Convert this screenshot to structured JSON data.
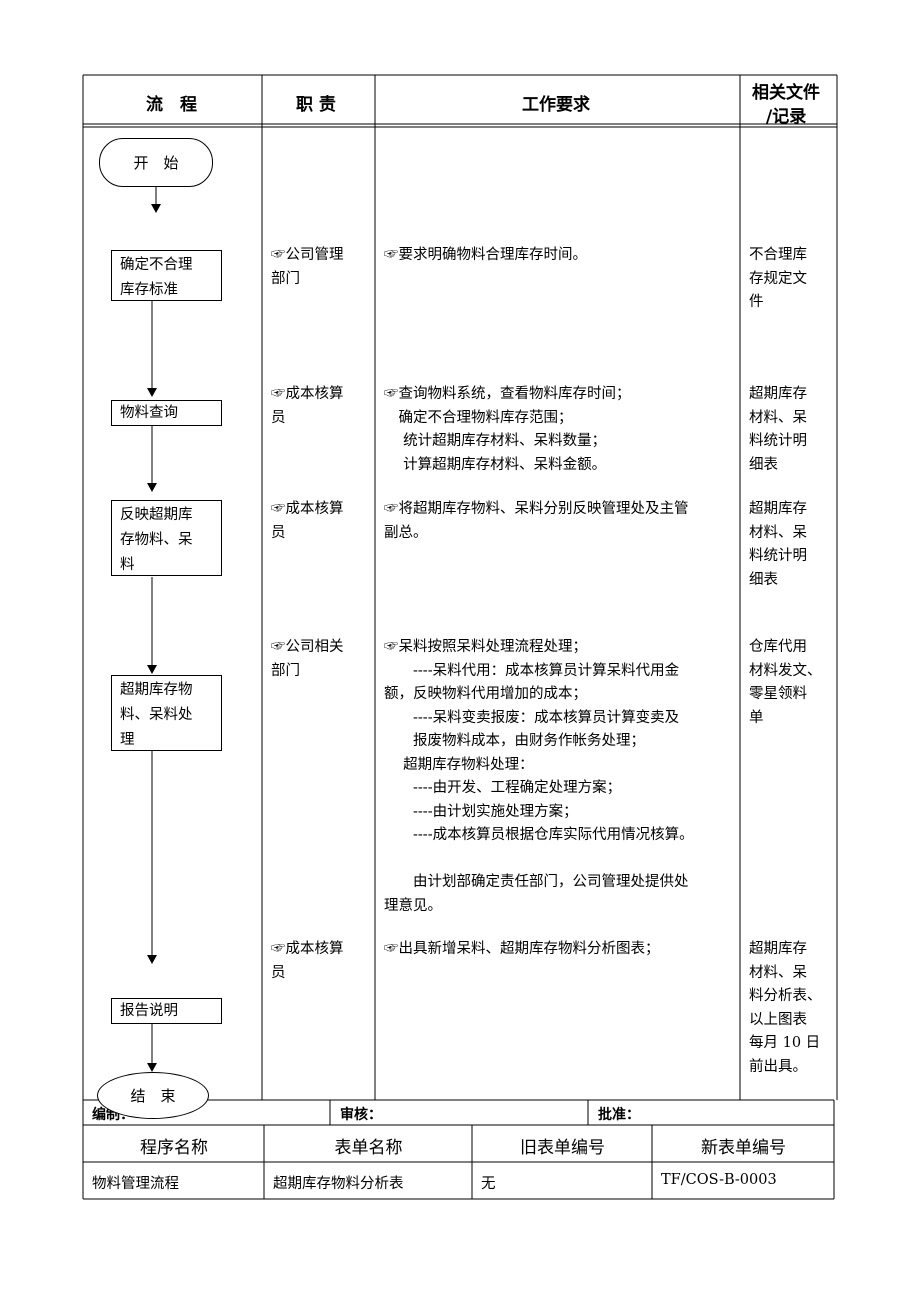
{
  "header": {
    "flow": "流　程",
    "duty": "职 责",
    "requirement": "工作要求",
    "docs_line1": "相关文件",
    "docs_line2": "/记录"
  },
  "flow": {
    "start": "开　始",
    "step1": [
      "确定不合理",
      "库存标准"
    ],
    "step2": [
      "物料查询"
    ],
    "step3": [
      "反映超期库",
      "存物料、呆",
      "料"
    ],
    "step4": [
      "超期库存物",
      "料、呆料处",
      "理"
    ],
    "step5": [
      "报告说明"
    ],
    "end": "结　束"
  },
  "rows": [
    {
      "duty": [
        "☞公司管理",
        "部门"
      ],
      "requirement": [
        "☞要求明确物料合理库存时间。"
      ],
      "docs": [
        "不合理库",
        "存规定文",
        "件"
      ]
    },
    {
      "duty": [
        "☞成本核算",
        "员"
      ],
      "requirement": [
        "☞查询物料系统，查看物料库存时间；",
        "　确定不合理物料库存范围；",
        "　 统计超期库存材料、呆料数量；",
        "　 计算超期库存材料、呆料金额。"
      ],
      "docs": [
        "超期库存",
        "材料、呆",
        "料统计明",
        "细表"
      ]
    },
    {
      "duty": [
        "☞成本核算",
        "员"
      ],
      "requirement": [
        "☞将超期库存物料、呆料分别反映管理处及主管",
        "副总。"
      ],
      "docs": [
        "超期库存",
        "材料、呆",
        "料统计明",
        "细表"
      ]
    },
    {
      "duty": [
        "☞公司相关",
        "部门"
      ],
      "requirement": [
        "☞呆料按照呆料处理流程处理；",
        "　　----呆料代用：成本核算员计算呆料代用金",
        "额，反映物料代用增加的成本；",
        "　　----呆料变卖报废：成本核算员计算变卖及",
        "　　报废物料成本，由财务作帐务处理；",
        "　 超期库存物料处理：",
        "　　----由开发、工程确定处理方案；",
        "　　----由计划实施处理方案；",
        "　　----成本核算员根据仓库实际代用情况核算。",
        "",
        "　　由计划部确定责任部门，公司管理处提供处",
        "理意见。"
      ],
      "docs": [
        "仓库代用",
        "材料发文、",
        "零星领料",
        "单"
      ]
    },
    {
      "duty": [
        "☞成本核算",
        "员"
      ],
      "requirement": [
        "☞出具新增呆料、超期库存物料分析图表；"
      ],
      "docs": [
        "超期库存",
        "材料、呆",
        "料分析表、",
        "以上图表",
        "每月 10 日",
        "前出具。"
      ]
    }
  ],
  "signature": {
    "prepared": "编制：",
    "reviewed": "审核：",
    "approved": "批准："
  },
  "footer": {
    "headers": [
      "程序名称",
      "表单名称",
      "旧表单编号",
      "新表单编号"
    ],
    "values": [
      "物料管理流程",
      "超期库存物料分析表",
      "无",
      "TF/COS-B-0003"
    ]
  }
}
